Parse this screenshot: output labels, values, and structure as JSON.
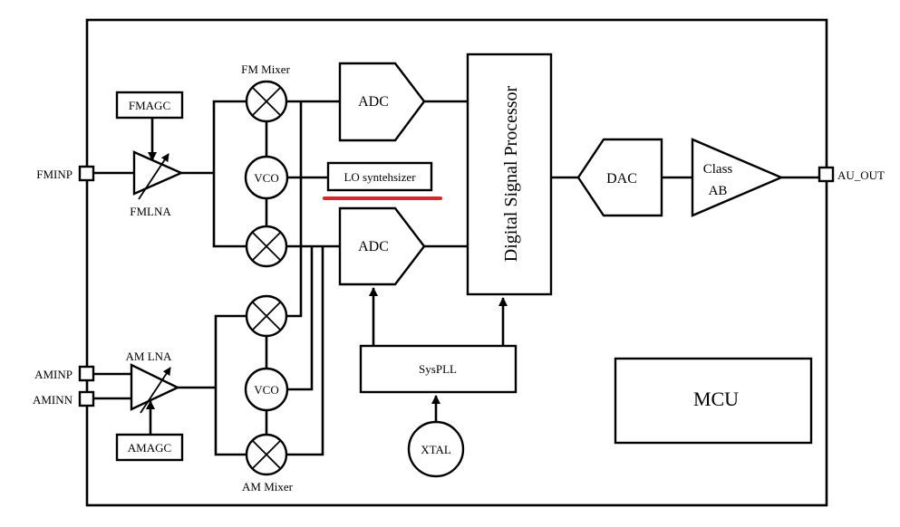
{
  "blocks": {
    "fmagc": "FMAGC",
    "amagc": "AMAGC",
    "fmlna": "FMLNA",
    "amlna": "AM LNA",
    "fm_mixer": "FM Mixer",
    "am_mixer": "AM Mixer",
    "vco_fm": "VCO",
    "vco_am": "VCO",
    "lo_synth": "LO syntehsizer",
    "adc_top": "ADC",
    "adc_bottom": "ADC",
    "dsp": "Digital Signal Processor",
    "dac": "DAC",
    "class_ab_line1": "Class",
    "class_ab_line2": "AB",
    "syspll": "SysPLL",
    "xtal": "XTAL",
    "mcu": "MCU"
  },
  "pins": {
    "fminp": "FMINP",
    "aminp": "AMINP",
    "aminn": "AMINN",
    "au_out": "AU_OUT"
  },
  "colors": {
    "highlight": "#d7262e",
    "line": "#000000",
    "background": "#ffffff"
  }
}
